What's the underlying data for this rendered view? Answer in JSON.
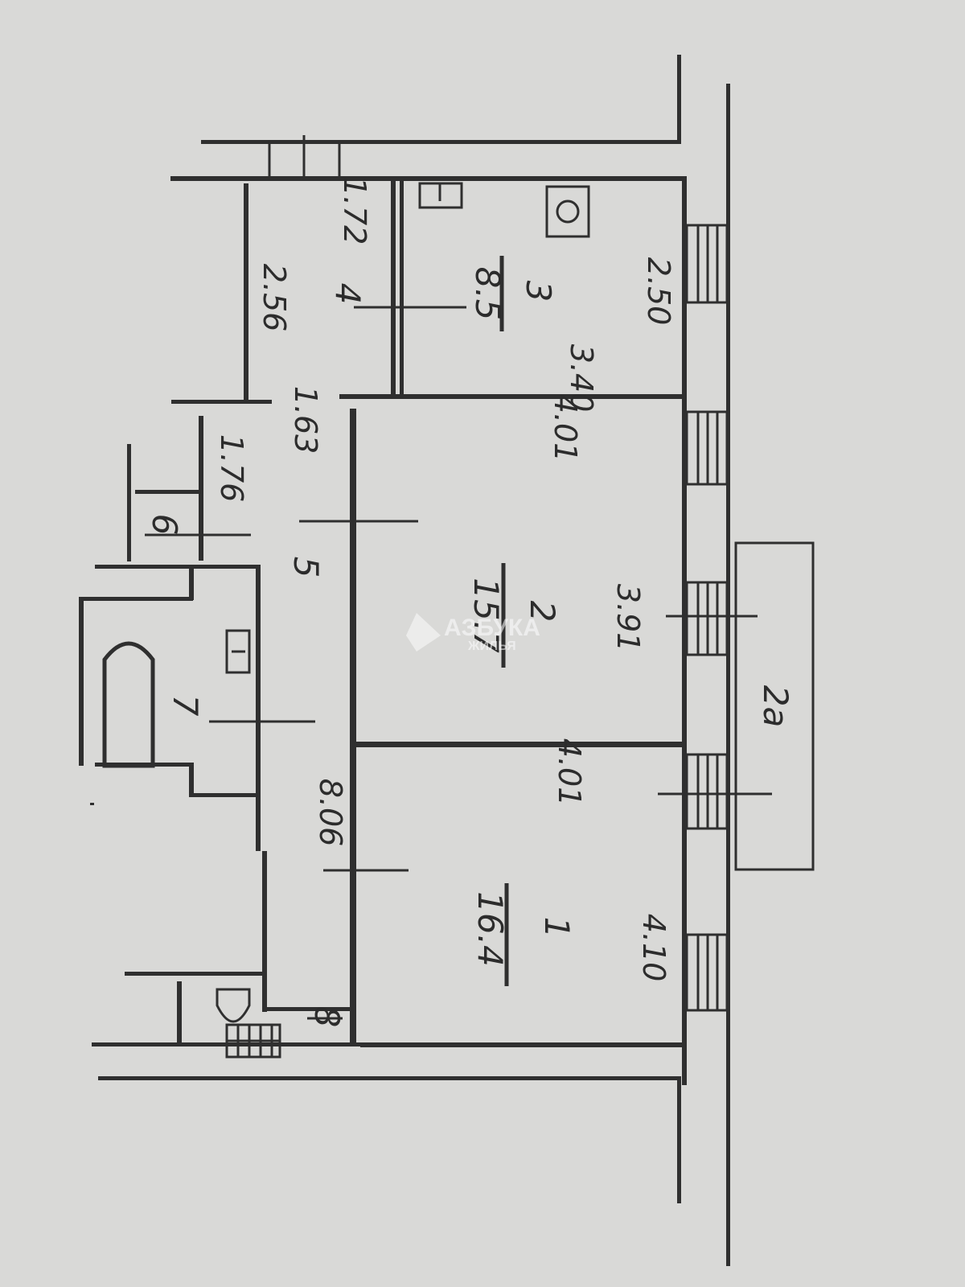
{
  "rooms": {
    "r1": {
      "number": "1",
      "area": "16.4"
    },
    "r2": {
      "number": "2",
      "area": "15.7"
    },
    "r2a": {
      "number": "2a"
    },
    "r3": {
      "number": "3",
      "area": "8.5"
    },
    "r4": {
      "number": "4"
    },
    "r5": {
      "number": "5"
    },
    "r6": {
      "number": "6"
    },
    "r7": {
      "number": "7"
    },
    "r8": {
      "number": "8"
    }
  },
  "dimensions": {
    "d_1_72": "1.72",
    "d_2_56": "2.56",
    "d_2_50": "2.50",
    "d_3_40": "3.40",
    "d_1_63": "1.63",
    "d_4_01_top": "4.01",
    "d_1_76": "1.76",
    "d_3_91": "3.91",
    "d_4_01_mid": "4.01",
    "d_8_06": "8.06",
    "d_4_10": "4.10"
  },
  "watermark": {
    "line1": "АЗБУКА",
    "line2": "ЖИЛЬЯ"
  },
  "colors": {
    "paper": "#d9d9d7",
    "ink": "#2f2f2f"
  }
}
